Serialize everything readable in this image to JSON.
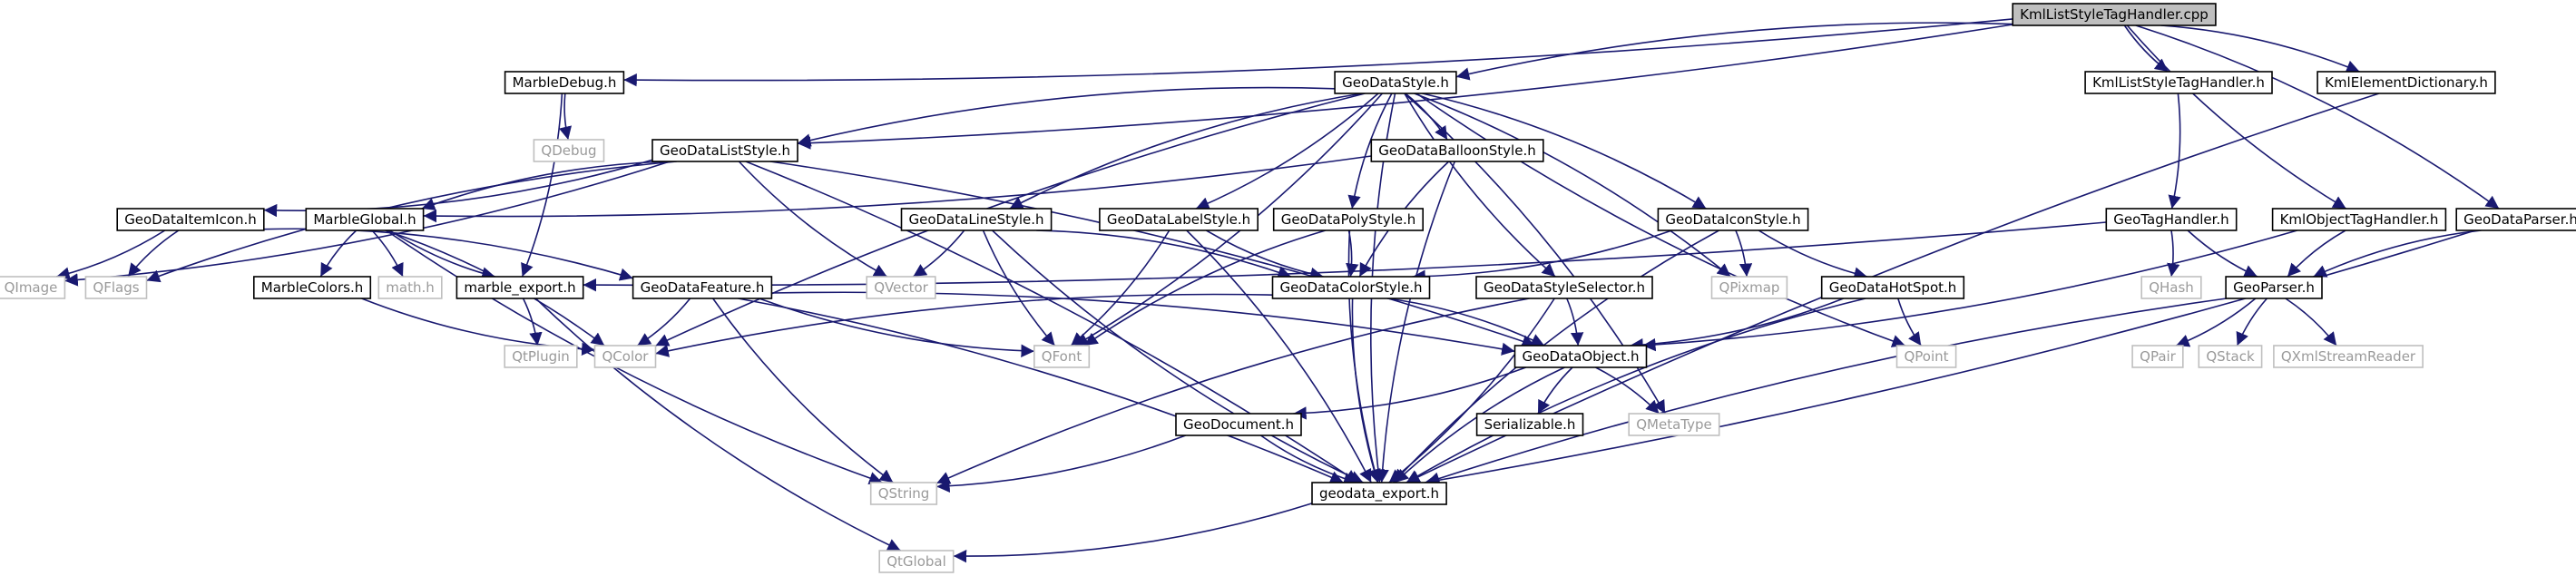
{
  "diagram": {
    "colors": {
      "edge": "#191970",
      "text_primary": "#000000",
      "text_external": "#9a9a9a",
      "border_primary": "#000000",
      "border_external": "#bfbfbf",
      "root_fill": "#bfbfbf",
      "node_fill": "#ffffff"
    },
    "nodes": [
      {
        "id": "root",
        "label": "KmlListStyleTagHandler.cpp",
        "kind": "root"
      },
      {
        "id": "marbledebug",
        "label": "MarbleDebug.h",
        "kind": "internal"
      },
      {
        "id": "geodatastyle",
        "label": "GeoDataStyle.h",
        "kind": "internal"
      },
      {
        "id": "kmlliststyletaghandler_h",
        "label": "KmlListStyleTagHandler.h",
        "kind": "internal"
      },
      {
        "id": "kmlelementdictionary",
        "label": "KmlElementDictionary.h",
        "kind": "internal"
      },
      {
        "id": "qdebug",
        "label": "QDebug",
        "kind": "external"
      },
      {
        "id": "geodataliststyle",
        "label": "GeoDataListStyle.h",
        "kind": "internal"
      },
      {
        "id": "geodataballoonstyle",
        "label": "GeoDataBalloonStyle.h",
        "kind": "internal"
      },
      {
        "id": "geodataitemicon",
        "label": "GeoDataItemIcon.h",
        "kind": "internal"
      },
      {
        "id": "marbleglobal",
        "label": "MarbleGlobal.h",
        "kind": "internal"
      },
      {
        "id": "geodatalinestyle",
        "label": "GeoDataLineStyle.h",
        "kind": "internal"
      },
      {
        "id": "geodatalabelstyle",
        "label": "GeoDataLabelStyle.h",
        "kind": "internal"
      },
      {
        "id": "geodatapolystyle",
        "label": "GeoDataPolyStyle.h",
        "kind": "internal"
      },
      {
        "id": "geodataiconstyle",
        "label": "GeoDataIconStyle.h",
        "kind": "internal"
      },
      {
        "id": "geotaghandler",
        "label": "GeoTagHandler.h",
        "kind": "internal"
      },
      {
        "id": "kmlobjecttaghandler",
        "label": "KmlObjectTagHandler.h",
        "kind": "internal"
      },
      {
        "id": "geodataparser",
        "label": "GeoDataParser.h",
        "kind": "internal"
      },
      {
        "id": "qimage",
        "label": "QImage",
        "kind": "external"
      },
      {
        "id": "qflags",
        "label": "QFlags",
        "kind": "external"
      },
      {
        "id": "marblecolors",
        "label": "MarbleColors.h",
        "kind": "internal"
      },
      {
        "id": "mathh",
        "label": "math.h",
        "kind": "external"
      },
      {
        "id": "marble_export",
        "label": "marble_export.h",
        "kind": "internal"
      },
      {
        "id": "geodatafeature",
        "label": "GeoDataFeature.h",
        "kind": "internal"
      },
      {
        "id": "qvector",
        "label": "QVector",
        "kind": "external"
      },
      {
        "id": "geodatacolorstyle",
        "label": "GeoDataColorStyle.h",
        "kind": "internal"
      },
      {
        "id": "geodatastyleselector",
        "label": "GeoDataStyleSelector.h",
        "kind": "internal"
      },
      {
        "id": "qpixmap",
        "label": "QPixmap",
        "kind": "external"
      },
      {
        "id": "geodatahotspot",
        "label": "GeoDataHotSpot.h",
        "kind": "internal"
      },
      {
        "id": "qhash",
        "label": "QHash",
        "kind": "external"
      },
      {
        "id": "geoparser",
        "label": "GeoParser.h",
        "kind": "internal"
      },
      {
        "id": "qtplugin",
        "label": "QtPlugin",
        "kind": "external"
      },
      {
        "id": "qcolor",
        "label": "QColor",
        "kind": "external"
      },
      {
        "id": "qfont",
        "label": "QFont",
        "kind": "external"
      },
      {
        "id": "geodataobject",
        "label": "GeoDataObject.h",
        "kind": "internal"
      },
      {
        "id": "qpoint",
        "label": "QPoint",
        "kind": "external"
      },
      {
        "id": "qpair",
        "label": "QPair",
        "kind": "external"
      },
      {
        "id": "qstack",
        "label": "QStack",
        "kind": "external"
      },
      {
        "id": "qxmlstreamreader",
        "label": "QXmlStreamReader",
        "kind": "external"
      },
      {
        "id": "geodocument",
        "label": "GeoDocument.h",
        "kind": "internal"
      },
      {
        "id": "serializable",
        "label": "Serializable.h",
        "kind": "internal"
      },
      {
        "id": "qmetatype",
        "label": "QMetaType",
        "kind": "external"
      },
      {
        "id": "qstring",
        "label": "QString",
        "kind": "external"
      },
      {
        "id": "geodata_export",
        "label": "geodata_export.h",
        "kind": "internal"
      },
      {
        "id": "qtglobal",
        "label": "QtGlobal",
        "kind": "external"
      }
    ],
    "edges": [
      [
        "root",
        "marbledebug"
      ],
      [
        "root",
        "geodatastyle"
      ],
      [
        "root",
        "geodataliststyle"
      ],
      [
        "root",
        "kmlliststyletaghandler_h"
      ],
      [
        "root",
        "kmlelementdictionary"
      ],
      [
        "root",
        "kmlobjecttaghandler"
      ],
      [
        "root",
        "geodataparser"
      ],
      [
        "marbledebug",
        "qdebug"
      ],
      [
        "marbledebug",
        "marble_export"
      ],
      [
        "geodatastyle",
        "geodataliststyle"
      ],
      [
        "geodatastyle",
        "geodataballoonstyle"
      ],
      [
        "geodatastyle",
        "geodatalinestyle"
      ],
      [
        "geodatastyle",
        "geodatalabelstyle"
      ],
      [
        "geodatastyle",
        "geodatapolystyle"
      ],
      [
        "geodatastyle",
        "geodataiconstyle"
      ],
      [
        "geodatastyle",
        "geodatastyleselector"
      ],
      [
        "geodatastyle",
        "qfont"
      ],
      [
        "geodatastyle",
        "qcolor"
      ],
      [
        "geodatastyle",
        "qpixmap"
      ],
      [
        "geodatastyle",
        "qpoint"
      ],
      [
        "geodatastyle",
        "qmetatype"
      ],
      [
        "geodatastyle",
        "geodata_export"
      ],
      [
        "kmlliststyletaghandler_h",
        "geotaghandler"
      ],
      [
        "kmlelementdictionary",
        "geodata_export"
      ],
      [
        "geodataliststyle",
        "geodataitemicon"
      ],
      [
        "geodataliststyle",
        "marbleglobal"
      ],
      [
        "geodataliststyle",
        "geodataobject"
      ],
      [
        "geodataliststyle",
        "qvector"
      ],
      [
        "geodataliststyle",
        "qimage"
      ],
      [
        "geodataliststyle",
        "qflags"
      ],
      [
        "geodataliststyle",
        "geodata_export"
      ],
      [
        "geodataballoonstyle",
        "geodatacolorstyle"
      ],
      [
        "geodataballoonstyle",
        "marbleglobal"
      ],
      [
        "geodataballoonstyle",
        "geodata_export"
      ],
      [
        "geodataitemicon",
        "qimage"
      ],
      [
        "geodataitemicon",
        "qflags"
      ],
      [
        "geodataitemicon",
        "geodatafeature"
      ],
      [
        "marbleglobal",
        "marblecolors"
      ],
      [
        "marbleglobal",
        "mathh"
      ],
      [
        "marbleglobal",
        "marble_export"
      ],
      [
        "marbleglobal",
        "qcolor"
      ],
      [
        "marbleglobal",
        "qstring"
      ],
      [
        "geodatalinestyle",
        "qvector"
      ],
      [
        "geodatalinestyle",
        "qfont"
      ],
      [
        "geodatalinestyle",
        "geodatacolorstyle"
      ],
      [
        "geodatalinestyle",
        "geodata_export"
      ],
      [
        "geodatalabelstyle",
        "qfont"
      ],
      [
        "geodatalabelstyle",
        "geodatacolorstyle"
      ],
      [
        "geodatalabelstyle",
        "geodata_export"
      ],
      [
        "geodatapolystyle",
        "qfont"
      ],
      [
        "geodatapolystyle",
        "geodatacolorstyle"
      ],
      [
        "geodatapolystyle",
        "geodata_export"
      ],
      [
        "geodataiconstyle",
        "qpixmap"
      ],
      [
        "geodataiconstyle",
        "geodatahotspot"
      ],
      [
        "geodataiconstyle",
        "geodatacolorstyle"
      ],
      [
        "geodataiconstyle",
        "geodata_export"
      ],
      [
        "geotaghandler",
        "qhash"
      ],
      [
        "geotaghandler",
        "geoparser"
      ],
      [
        "geotaghandler",
        "marble_export"
      ],
      [
        "kmlobjecttaghandler",
        "geoparser"
      ],
      [
        "kmlobjecttaghandler",
        "geodataobject"
      ],
      [
        "geodataparser",
        "geoparser"
      ],
      [
        "geodataparser",
        "geodata_export"
      ],
      [
        "marblecolors",
        "qcolor"
      ],
      [
        "marble_export",
        "qtplugin"
      ],
      [
        "marble_export",
        "qtglobal"
      ],
      [
        "geodatafeature",
        "qcolor"
      ],
      [
        "geodatafeature",
        "qfont"
      ],
      [
        "geodatafeature",
        "geodataobject"
      ],
      [
        "geodatafeature",
        "qstring"
      ],
      [
        "geodatafeature",
        "geodata_export"
      ],
      [
        "geodatacolorstyle",
        "qcolor"
      ],
      [
        "geodatacolorstyle",
        "geodataobject"
      ],
      [
        "geodatacolorstyle",
        "geodata_export"
      ],
      [
        "geodatastyleselector",
        "geodataobject"
      ],
      [
        "geodatastyleselector",
        "qstring"
      ],
      [
        "geodatastyleselector",
        "geodata_export"
      ],
      [
        "geodatahotspot",
        "qpoint"
      ],
      [
        "geodatahotspot",
        "geodataobject"
      ],
      [
        "geodatahotspot",
        "geodata_export"
      ],
      [
        "geoparser",
        "qpair"
      ],
      [
        "geoparser",
        "qstack"
      ],
      [
        "geoparser",
        "qxmlstreamreader"
      ],
      [
        "geoparser",
        "geodata_export"
      ],
      [
        "geodataobject",
        "geodocument"
      ],
      [
        "geodataobject",
        "serializable"
      ],
      [
        "geodataobject",
        "qmetatype"
      ],
      [
        "geodataobject",
        "geodata_export"
      ],
      [
        "geodocument",
        "qstring"
      ],
      [
        "geodocument",
        "geodata_export"
      ],
      [
        "geodata_export",
        "qtglobal"
      ]
    ]
  }
}
